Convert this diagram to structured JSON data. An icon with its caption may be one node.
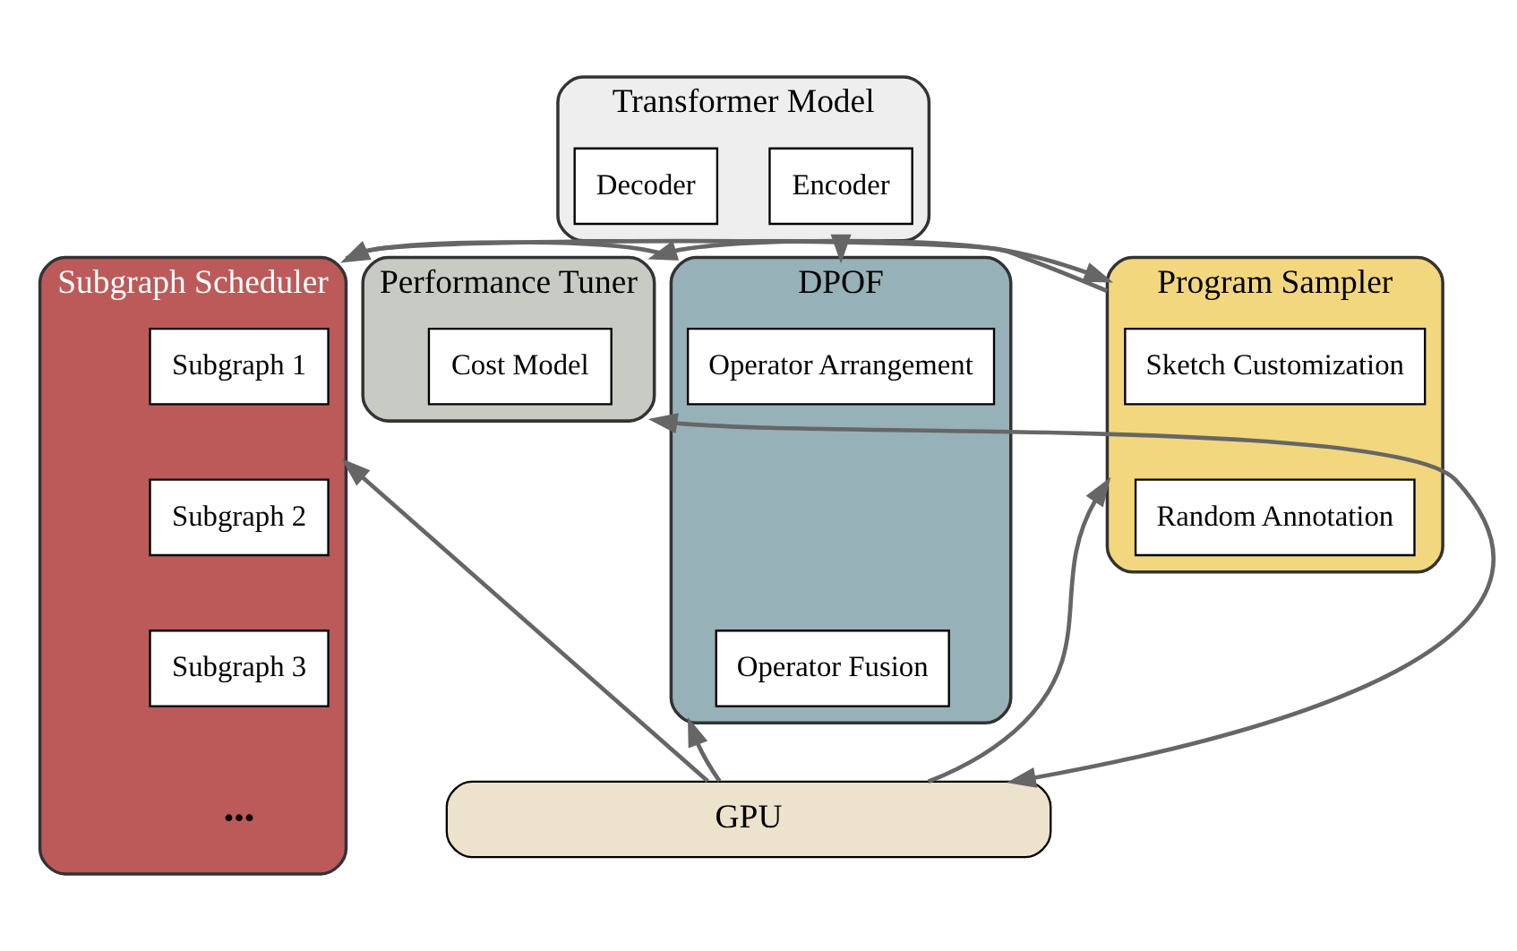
{
  "diagram": {
    "nodes": [
      {
        "text": [
          "Transformer Model"
        ]
      },
      {
        "text": [
          "Encoder"
        ],
        "in": 0
      },
      {
        "text": [
          "Decoder"
        ],
        "in": 0
      },
      {
        "text": [
          "DPOF"
        ]
      },
      {
        "text": [
          "Operator Arrangement"
        ],
        "in": 3
      },
      {
        "text": [
          "Operator Fusion"
        ],
        "in": 3
      },
      {
        "text": [
          "Subgraph Scheduler"
        ]
      },
      {
        "text": [
          "Subgraph 1"
        ],
        "in": 6
      },
      {
        "text": [
          "Subgraph 2"
        ],
        "in": 6
      },
      {
        "text": [
          "Subgraph 3"
        ],
        "in": 6
      },
      {
        "text": [
          "Program Sampler"
        ]
      },
      {
        "text": [
          "Sketch Customization"
        ],
        "in": 10
      },
      {
        "text": [
          "Random Annotation"
        ],
        "in": 10
      },
      {
        "text": [
          "Performance Tuner"
        ]
      },
      {
        "text": [
          "Cost Model"
        ],
        "in": 13
      },
      {
        "text": [
          "GPU"
        ]
      }
    ],
    "edges": [
      {
        "from": 0,
        "to": 3,
        "arrow": "to"
      },
      {
        "from": 3,
        "to": 6,
        "arrow": "to"
      },
      {
        "from": 6,
        "to": 10,
        "arrow": "to"
      },
      {
        "from": 10,
        "to": 13,
        "arrow": "to"
      },
      {
        "from": 15,
        "to": 3,
        "arrow": "to"
      },
      {
        "from": 15,
        "to": 6,
        "arrow": "to"
      },
      {
        "from": 15,
        "to": 10,
        "arrow": "to"
      },
      {
        "from": 15,
        "to": 13,
        "arrow": "both"
      }
    ],
    "labels": [
      "•••"
    ]
  }
}
